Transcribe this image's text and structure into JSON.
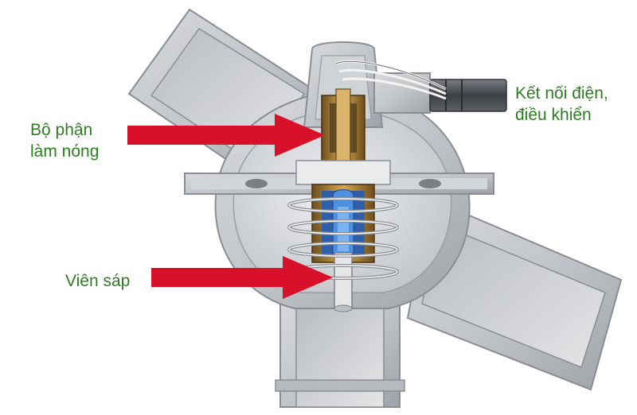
{
  "labels": {
    "heater_line1": "Bộ phận",
    "heater_line2": "làm nóng",
    "connector_line1": "Kết nối điện,",
    "connector_line2": "điều khiển",
    "wax": "Viên sáp"
  },
  "colors": {
    "label_text": "#2e7d22",
    "arrow": "#d9102a",
    "housing": "#c7c9cc",
    "housing_inner": "#9fa3a8",
    "brass": "#b88a3a",
    "wax_insert": "#3a7fd0",
    "connector": "#4a4d52"
  },
  "icons": [
    "red-arrow-icon"
  ]
}
